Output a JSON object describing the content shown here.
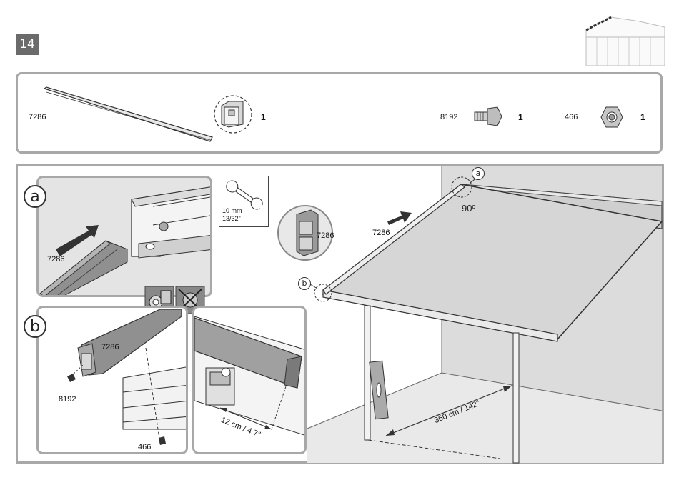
{
  "step": {
    "number": "14"
  },
  "parts": {
    "profile": {
      "code": "7286",
      "qty": "1"
    },
    "bolt": {
      "code": "8192",
      "qty": "1"
    },
    "nut": {
      "code": "466",
      "qty": "1"
    }
  },
  "detail_a": {
    "letter": "a",
    "part_label": "7286"
  },
  "detail_b": {
    "letter": "b",
    "part_label": "7286",
    "bolt_label": "8192",
    "nut_label": "466",
    "distance_label": "12 cm / 4.7\""
  },
  "tool": {
    "size_metric": "10 mm",
    "size_imperial": "13/32\""
  },
  "main_scene": {
    "callout_a": "a",
    "callout_b": "b",
    "angle_label": "90º",
    "profile_label": "7286",
    "profile_closeup_label": "7286",
    "span_label": "360 cm / 142\""
  },
  "colors": {
    "frame_gray": "#a8a8a8",
    "panel_gray": "#e4e4e4",
    "wall_gray": "#dcdcdc",
    "floor_gray": "#e9e9e9"
  },
  "icons": [
    "shed-thumbnail-icon",
    "wrench-icon",
    "no-power-tool-icon",
    "washer-tool-icon",
    "arrow-icon"
  ]
}
